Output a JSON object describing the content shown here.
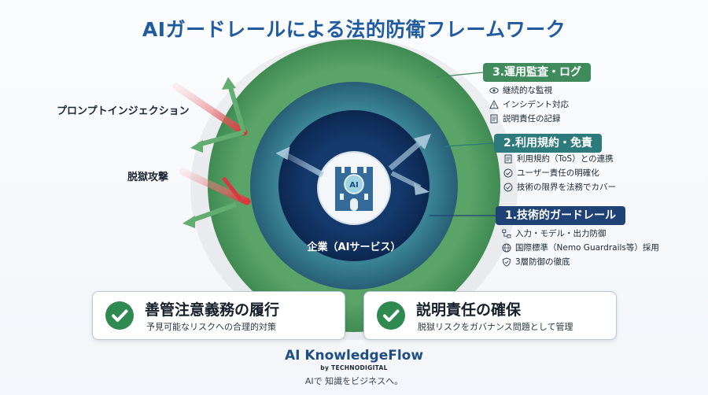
{
  "title": "AIガードレールによる法的防衛フレームワーク",
  "attacks": [
    "プロンプトインジェクション",
    "脱獄攻撃"
  ],
  "core": {
    "label": "企業（AIサービス）",
    "emblem_text": "AI",
    "icon": "castle-icon"
  },
  "sections": [
    {
      "head": "3.運用監査・ログ",
      "color": "#3f8b5c",
      "items": [
        {
          "text": "継続的な監視",
          "icon": "eye-icon"
        },
        {
          "text": "インシデント対応",
          "icon": "warning-icon"
        },
        {
          "text": "説明責任の記録",
          "icon": "document-icon"
        }
      ]
    },
    {
      "head": "2.利用規約・免責",
      "color": "#2d7a7c",
      "items": [
        {
          "text": "利用規約（ToS）との連携",
          "icon": "document-icon"
        },
        {
          "text": "ユーザー責任の明確化",
          "icon": "check-circle-icon"
        },
        {
          "text": "技術の限界を法務でカバー",
          "icon": "check-circle-icon"
        }
      ]
    },
    {
      "head": "1.技術的ガードレール",
      "color": "#1e4275",
      "items": [
        {
          "text": "入力・モデル・出力防御",
          "icon": "flow-icon"
        },
        {
          "text": "国際標準（Nemo Guardrails等）採用",
          "icon": "globe-icon"
        },
        {
          "text": "3層防御の徹底",
          "icon": "shield-icon"
        }
      ]
    }
  ],
  "cards": [
    {
      "title": "善管注意義務の履行",
      "subtitle": "予見可能なリスクへの合理的対策",
      "icon": "check-icon"
    },
    {
      "title": "説明責任の確保",
      "subtitle": "脱獄リスクをガバナンス問題として管理",
      "icon": "check-icon"
    }
  ],
  "brand": {
    "name": "AI KnowledgeFlow",
    "by": "by TECHNODIGITAL",
    "tagline": "AIで 知識をビジネスへ。"
  },
  "colors": {
    "outer_ring": "#4f9a5e",
    "middle_ring": "#2e7186",
    "inner_ring": "#0f2f5c",
    "accent_green": "#2f8a4f",
    "title_blue": "#1f5b9e"
  }
}
